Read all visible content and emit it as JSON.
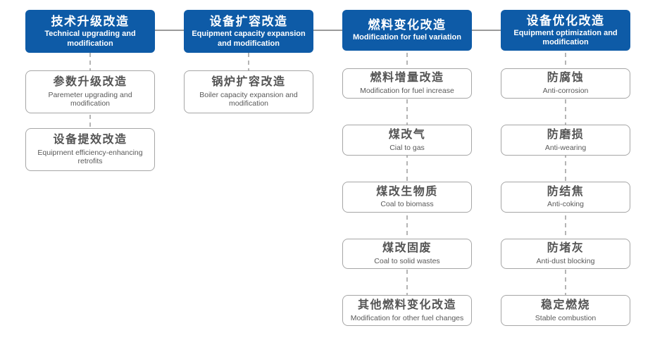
{
  "diagram": {
    "colors": {
      "header_bg": "#0e5ba7",
      "header_text": "#ffffff",
      "connector_line": "#9b9b9b",
      "dashed_line": "#b5b5b5",
      "child_border": "#a6a6a6",
      "child_text": "#545454"
    },
    "columns": [
      {
        "header": {
          "zh": "技术升级改造",
          "en": "Technical upgrading and modification"
        },
        "children": [
          {
            "zh": "参数升级改造",
            "en": "Paremeter upgrading and modification"
          },
          {
            "zh": "设备提效改造",
            "en": "Equiprnent efficiency-enhancing retrofits"
          }
        ]
      },
      {
        "header": {
          "zh": "设备扩容改造",
          "en": "Equipment capacity expansion and modification"
        },
        "children": [
          {
            "zh": "锅炉扩容改造",
            "en": "Boiler capacity expansion and modification"
          }
        ]
      },
      {
        "header": {
          "zh": "燃料变化改造",
          "en": "Modification for fuel variation"
        },
        "children": [
          {
            "zh": "燃料增量改造",
            "en": "Modification for fuel increase"
          },
          {
            "zh": "煤改气",
            "en": "Cial to gas"
          },
          {
            "zh": "煤改生物质",
            "en": "Coal to biomass"
          },
          {
            "zh": "煤改固废",
            "en": "Coal to solid wastes"
          },
          {
            "zh": "其他燃料变化改造",
            "en": "Modification for other fuel changes"
          }
        ]
      },
      {
        "header": {
          "zh": "设备优化改造",
          "en": "Equipment optimization and modification"
        },
        "children": [
          {
            "zh": "防腐蚀",
            "en": "Anti-corrosion"
          },
          {
            "zh": "防磨损",
            "en": "Anti-wearing"
          },
          {
            "zh": "防结焦",
            "en": "Anti-coking"
          },
          {
            "zh": "防堵灰",
            "en": "Anti-dust blocking"
          },
          {
            "zh": "稳定燃烧",
            "en": "Stable combustion"
          }
        ]
      }
    ]
  }
}
